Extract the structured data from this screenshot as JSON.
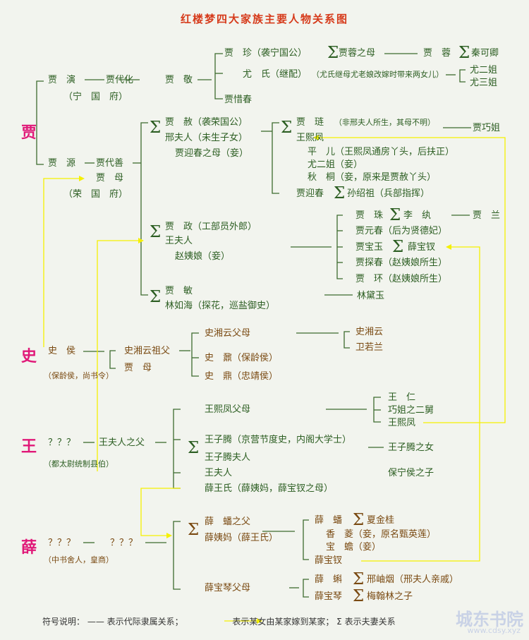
{
  "title": "红楼梦四大家族主要人物关系图",
  "families": {
    "jia": "贾",
    "shi": "史",
    "wang": "王",
    "xue": "薛"
  },
  "jia": {
    "jia_yan": "贾　演",
    "jia_daihua": "贾代化",
    "jia_jing": "贾　敬",
    "ning_guo_fu": "（宁　国　府）",
    "jia_zhen": "贾　珍（袭宁国公）",
    "jia_rong_mother": "贾蓉之母",
    "jia_rong": "贾　蓉",
    "qin_keqing": "秦可卿",
    "you_shi": "尤　氏（继配）",
    "you_shi_note": "（尤氏继母尤老娘改嫁时带来两女儿）",
    "you_erjie": "尤二姐",
    "you_sanjie": "尤三姐",
    "jia_xichun": "贾惜春",
    "jia_yuan": "贾　源",
    "jia_daishan": "贾代善",
    "jia_mu": "贾　母",
    "rong_guo_fu": "（荣　国　府）",
    "jia_she": "贾　赦（袭荣国公）",
    "lady_xing": "邢夫人（未生子女）",
    "yingchun_mother": "贾迎春之母（妾）",
    "jia_lian": "贾　琏",
    "jia_lian_note": "（非邢夫人所生，其母不明）",
    "wang_xifeng": "王熙凤",
    "jia_qiaojie": "贾巧姐",
    "ping_er": "平　儿（王熙凤通房丫头，后扶正）",
    "you_erjie_concubine": "尤二姐（妾）",
    "qiu_tong": "秋　桐（妾，原来是贾赦丫头）",
    "jia_yingchun": "贾迎春",
    "sun_shaozu": "孙绍祖（兵部指挥）",
    "jia_zheng": "贾　政（工部员外郎）",
    "lady_wang": "王夫人",
    "concubine_zhao": "赵姨娘（妾）",
    "jia_zhu": "贾　珠",
    "li_wan": "李　纨",
    "jia_lan": "贾　兰",
    "jia_yuanchun": "贾元春（后为贤德妃）",
    "jia_baoyu": "贾宝玉",
    "xue_baochai_wife": "薛宝钗",
    "jia_tanchun": "贾探春（赵姨娘所生）",
    "jia_huan": "贾　环（赵姨娘所生）",
    "jia_min": "贾　敏",
    "lin_ruhai": "林如海（探花，巡盐御史）",
    "lin_daiyu": "林黛玉"
  },
  "shi": {
    "shi_hou": "史　侯",
    "shi_hou_note": "（保龄侯，尚书令）",
    "xiangyun_grandfather": "史湘云祖父",
    "jia_mu": "贾　母",
    "xiangyun_parents": "史湘云父母",
    "shi_nai": "史　鼐（保龄侯）",
    "shi_ding": "史　鼎（忠靖侯）",
    "shi_xiangyun": "史湘云",
    "wei_ruolan": "卫若兰"
  },
  "wang": {
    "ancestor": "？？？",
    "ancestor_note": "（都太尉统制县伯）",
    "lady_wang_father": "王夫人之父",
    "xifeng_parents": "王熙凤父母",
    "wang_ziteng": "王子腾（京营节度史，内阁大学士）",
    "ziteng_wife": "王子腾夫人",
    "lady_wang": "王夫人",
    "xue_wangshi": "薛王氏（薛姨妈，薛宝钗之母）",
    "wang_ren": "王　仁",
    "qiaojie_uncle": "巧姐之二舅",
    "wang_xifeng": "王熙凤",
    "ziteng_daughter": "王子腾之女",
    "baoning_son": "保宁侯之子"
  },
  "xue": {
    "ancestor": "？？？",
    "ancestor2": "？？？",
    "ancestor_note": "（中书舍人，皇商）",
    "xue_pan_father": "薛　蟠之父",
    "aunt_xue": "薛姨妈（薛王氏）",
    "xue_pan": "薛　蟠",
    "xia_jingui": "夏金桂",
    "xiang_ling": "香　菱（妾，原名甄英莲）",
    "bao_chan": "宝　蟾（妾）",
    "xue_baochai": "薛宝钗",
    "baoqin_parents": "薛宝琴父母",
    "xue_ke": "薛　蝌",
    "xing_xiuyan": "邢岫烟（邢夫人亲戚）",
    "xue_baoqin": "薛宝琴",
    "mei_hanlin_son": "梅翰林之子"
  },
  "symbols": {
    "sigma": "Σ",
    "dash": "——",
    "dash_short": "—"
  },
  "legend": {
    "prefix": "符号说明：",
    "blood_line": "—— 表示代际隶属关系；",
    "marry_into": "表示某女由某家嫁到某家；",
    "spouse": "Σ 表示夫妻关系"
  },
  "watermark": {
    "site_cn": "城东书院",
    "site_url": "www.cdsy.xyz"
  },
  "colors": {
    "title": "#d63a1a",
    "family": "#e01878",
    "jia_text": "#2c5e22",
    "kin_text": "#7a4a12",
    "line": "#3d6b2e",
    "marriage_arrow": "#f5f000"
  }
}
